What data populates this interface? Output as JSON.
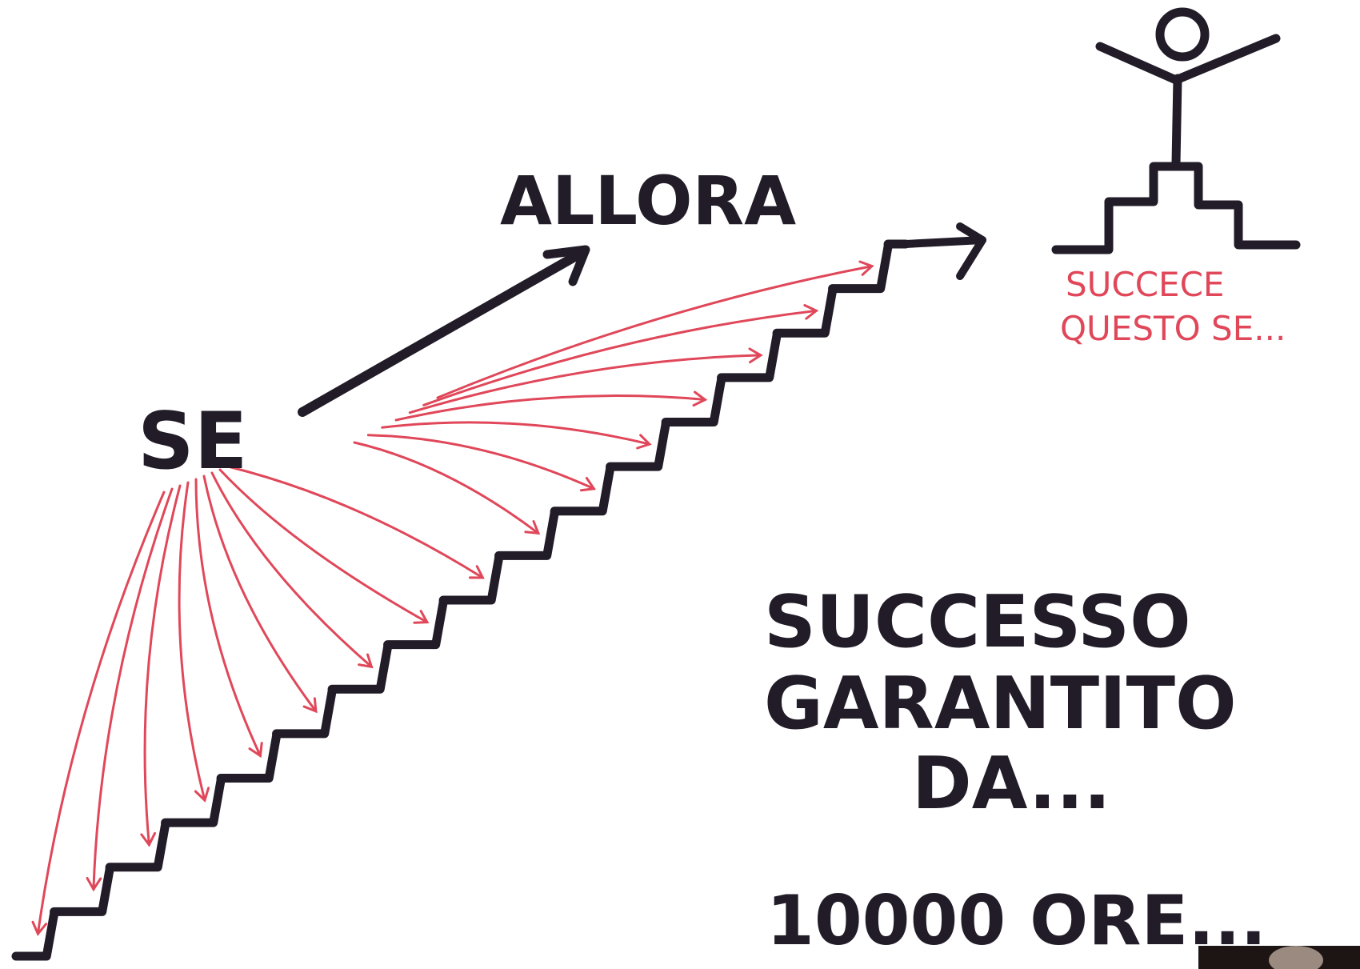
{
  "sketch": {
    "labels": {
      "se": "SE",
      "allora": "ALLORA",
      "caption_line1": "SUCCECE",
      "caption_line2": "QUESTO SE...",
      "success_line1": "SUCCESSO",
      "success_line2": "GARANTITO",
      "success_line3": "DA...",
      "hours": "10000 ORE..."
    },
    "stair_steps": 16,
    "red_arrow_count": 16,
    "podium_steps": 3,
    "colors": {
      "ink": "#221c28",
      "red_ink": "#e0485a",
      "paper": "#ffffff",
      "photo_corner": "#1c1514"
    }
  }
}
